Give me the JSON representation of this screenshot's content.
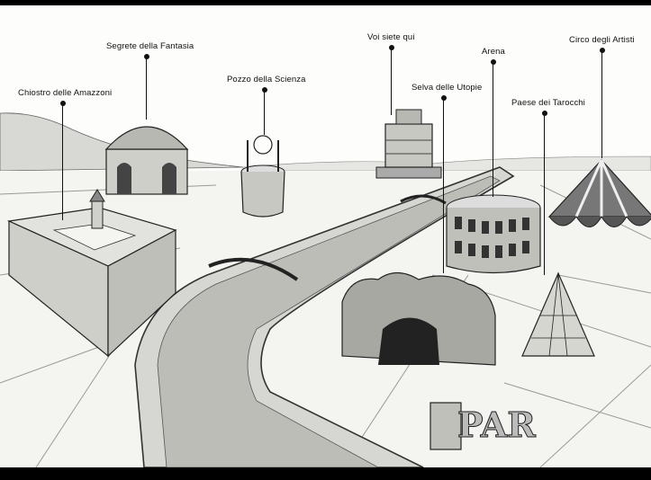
{
  "map": {
    "locations": [
      {
        "id": "chiostro",
        "label": "Chiostro delle Amazzoni",
        "icon": "cloister-icon"
      },
      {
        "id": "segrete",
        "label": "Segrete della Fantasia",
        "icon": "domed-pavilion-icon"
      },
      {
        "id": "pozzo",
        "label": "Pozzo della Scienza",
        "icon": "well-icon"
      },
      {
        "id": "voi-siete-qui",
        "label": "Voi siete qui",
        "icon": "castle-icon"
      },
      {
        "id": "selva",
        "label": "Selva delle Utopie",
        "icon": "forest-tunnel-icon"
      },
      {
        "id": "arena",
        "label": "Arena",
        "icon": "colosseum-icon"
      },
      {
        "id": "tarocchi",
        "label": "Paese dei Tarocchi",
        "icon": "card-house-icon"
      },
      {
        "id": "circo",
        "label": "Circo degli Artisti",
        "icon": "circus-tent-icon"
      }
    ],
    "sculpture_text": "PAR"
  }
}
